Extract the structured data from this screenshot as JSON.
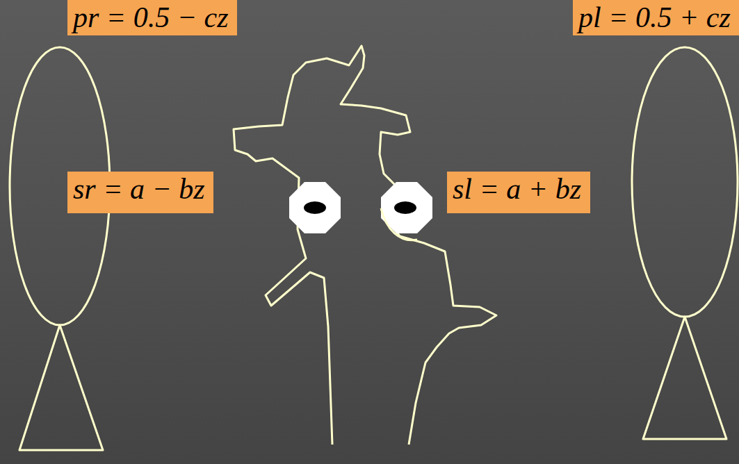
{
  "diagram": {
    "nodes": [
      {
        "text": [
          "pr = 0.5 − cz"
        ]
      },
      {
        "text": [
          "pl = 0.5 + cz"
        ]
      },
      {
        "text": [
          "sr = a − bz"
        ]
      },
      {
        "text": [
          "sl = a + bz"
        ]
      }
    ]
  }
}
